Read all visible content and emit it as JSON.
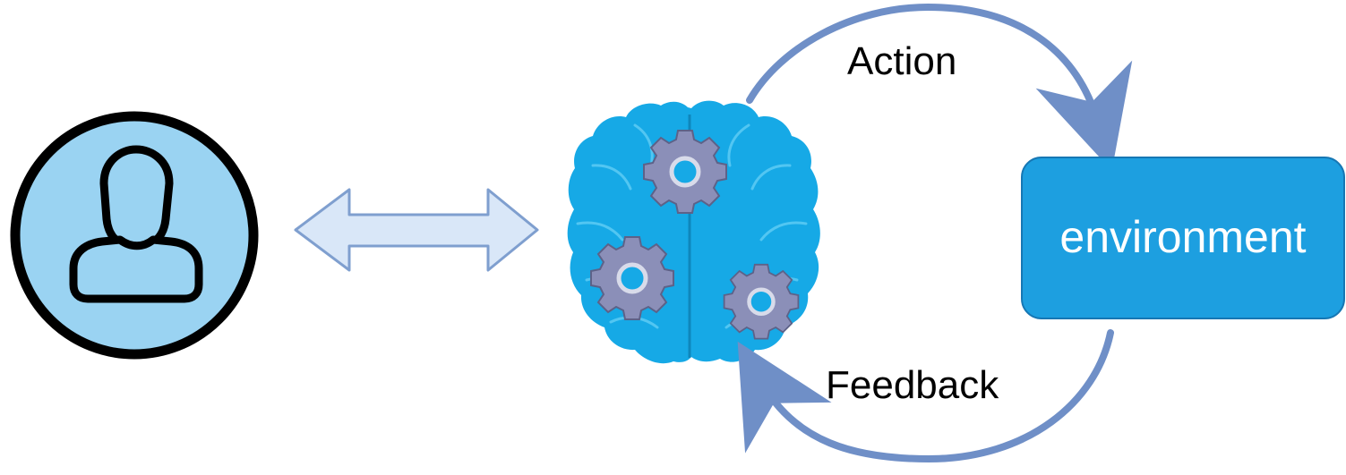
{
  "labels": {
    "action": "Action",
    "feedback": "Feedback",
    "environment": "environment"
  },
  "icons": {
    "user": "user-avatar-icon",
    "double_arrow": "double-arrow-icon",
    "brain": "brain-with-gears-icon"
  },
  "colors": {
    "user_circle_fill": "#9AD3F2",
    "outline": "#000000",
    "double_arrow_fill": "#D9E7F8",
    "double_arrow_stroke": "#7F9FCF",
    "brain_fill": "#16A9E6",
    "gear_fill": "#8B8FB8",
    "cycle_arrow": "#6F8FC7",
    "environment_fill": "#1D9FE0",
    "environment_stroke": "#1677B4",
    "environment_text": "#FFFFFF"
  }
}
